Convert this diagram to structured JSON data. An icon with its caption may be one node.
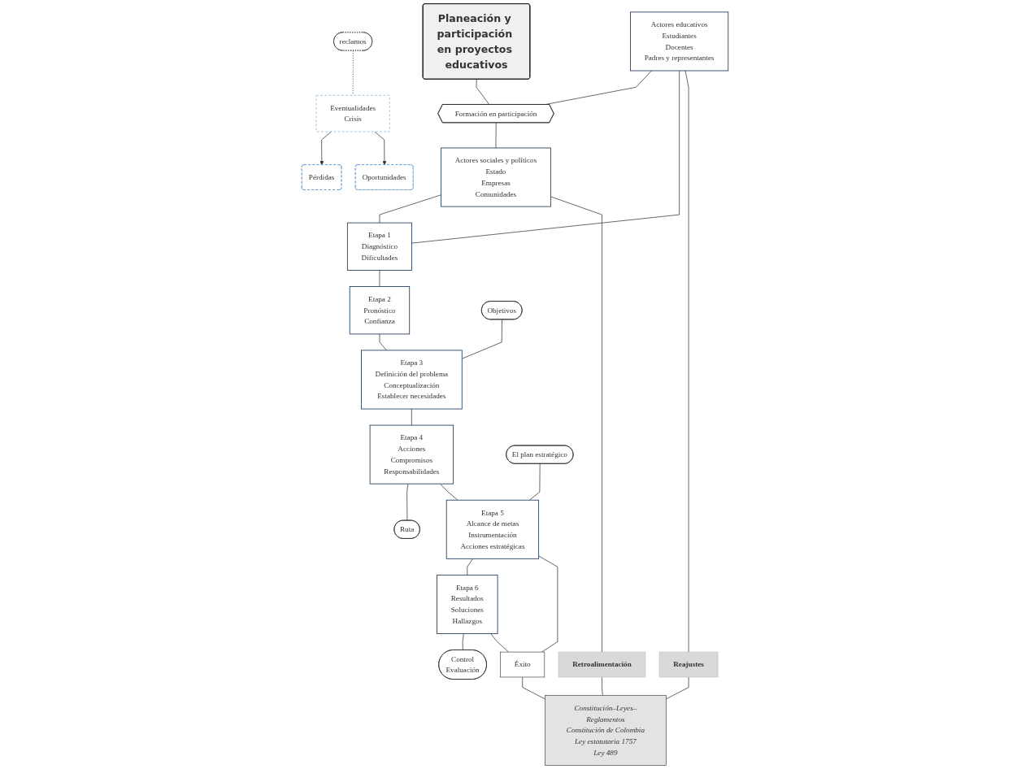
{
  "diagram": {
    "nodes": [
      {
        "text": [
          "Planeación y participación en proyectos educativos"
        ]
      },
      {
        "text": [
          "Actores educativos",
          "Estudiantes",
          "Docentes",
          "Padres y representantes"
        ]
      },
      {
        "text": [
          "Formación en participación"
        ]
      },
      {
        "text": [
          "Actores sociales y políticos",
          "Estado",
          "Empresas",
          "Comunidades"
        ]
      },
      {
        "text": [
          "Etapa 1",
          "Diagnóstico",
          "Dificultades"
        ]
      },
      {
        "text": [
          "Etapa 2",
          "Pronóstico",
          "Confianza"
        ]
      },
      {
        "text": [
          "Reajustes"
        ]
      },
      {
        "text": [
          "Objetivos"
        ]
      },
      {
        "text": [
          "Etapa 3",
          "Definición del problema",
          "Conceptualización",
          "Establecer necesidades"
        ]
      },
      {
        "text": [
          "Etapa 4",
          "Acciones",
          "Compromisos",
          "Responsabilidades"
        ]
      },
      {
        "text": [
          "Ruta"
        ]
      },
      {
        "text": [
          "Retroalimentación"
        ]
      },
      {
        "text": [
          "El plan estratégico"
        ]
      },
      {
        "text": [
          "Etapa 5",
          "Alcance de metas",
          "Instrumentación",
          "Acciones estratégicas"
        ]
      },
      {
        "text": [
          "Etapa 6",
          "Resultados",
          "Soluciones",
          "Hallazgos"
        ]
      },
      {
        "text": [
          "Control",
          "Evaluación"
        ]
      },
      {
        "text": [
          "reclamos"
        ]
      },
      {
        "text": [
          "Eventualidades",
          "Crisis"
        ]
      },
      {
        "text": [
          "Pérdidas"
        ]
      },
      {
        "text": [
          "Oportunidades"
        ]
      },
      {
        "text": [
          "Éxito"
        ]
      },
      {
        "text": [
          "Constitución–Leyes–Reglamentos",
          "Constitución de Colombia",
          "Ley estatutaria 1757",
          "Ley 489"
        ]
      }
    ],
    "edges": [
      {
        "from": 0,
        "to": 2,
        "arrow": "none"
      },
      {
        "from": 1,
        "to": 2,
        "arrow": "none"
      },
      {
        "from": 2,
        "to": 3,
        "arrow": "none"
      },
      {
        "from": 1,
        "to": 4,
        "arrow": "none"
      },
      {
        "from": 3,
        "to": 4,
        "arrow": "none"
      },
      {
        "from": 4,
        "to": 5,
        "arrow": "none"
      },
      {
        "from": 5,
        "to": 8,
        "arrow": "none"
      },
      {
        "from": 7,
        "to": 8,
        "arrow": "none"
      },
      {
        "from": 8,
        "to": 9,
        "arrow": "none"
      },
      {
        "from": 9,
        "to": 10,
        "arrow": "none"
      },
      {
        "from": 9,
        "to": 13,
        "arrow": "none"
      },
      {
        "from": 12,
        "to": 13,
        "arrow": "none"
      },
      {
        "from": 13,
        "to": 14,
        "arrow": "none"
      },
      {
        "from": 14,
        "to": 15,
        "arrow": "none"
      },
      {
        "from": 13,
        "to": 20,
        "arrow": "none"
      },
      {
        "from": 14,
        "to": 20,
        "arrow": "none"
      },
      {
        "from": 16,
        "to": 17,
        "arrow": "none",
        "style": "dashed"
      },
      {
        "from": 17,
        "to": 18,
        "arrow": "to"
      },
      {
        "from": 17,
        "to": 19,
        "arrow": "to"
      },
      {
        "from": 20,
        "to": 21,
        "arrow": "none"
      },
      {
        "from": 1,
        "to": 6,
        "arrow": "none"
      },
      {
        "from": 6,
        "to": 21,
        "arrow": "none"
      },
      {
        "from": 3,
        "to": 11,
        "arrow": "none"
      },
      {
        "from": 11,
        "to": 21,
        "arrow": "none"
      }
    ]
  }
}
